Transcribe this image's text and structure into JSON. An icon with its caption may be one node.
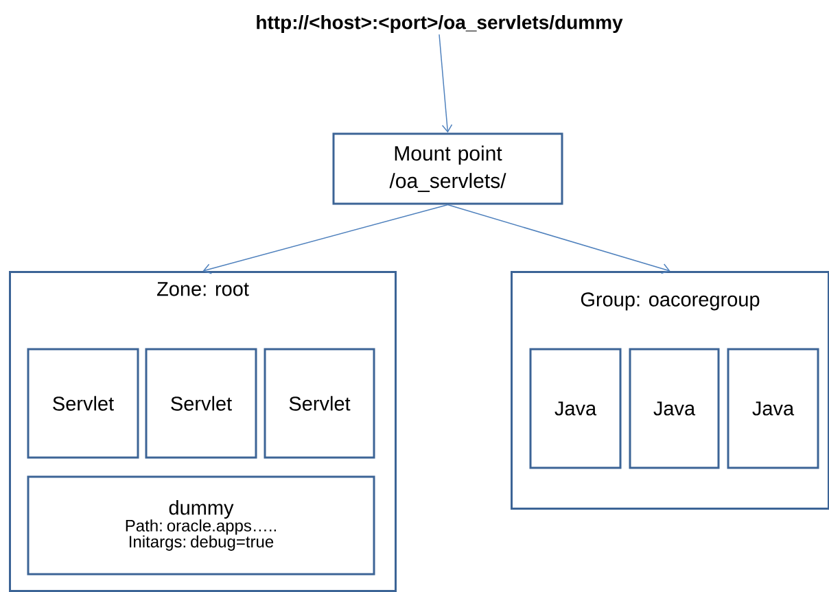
{
  "diagram": {
    "nodes": [
      {
        "text": [
          "http://<host>:<port>/oa_servlets/dummy"
        ]
      },
      {
        "text": [
          "Mount point /oa_servlets/"
        ]
      },
      {
        "text": [
          "Zone: root"
        ]
      },
      {
        "text": [
          "Servlet"
        ],
        "in": 2
      },
      {
        "text": [
          "Servlet"
        ],
        "in": 2
      },
      {
        "text": [
          "Servlet"
        ],
        "in": 2
      },
      {
        "text": [
          "dummy",
          "Path: oracle.apps…..",
          "Initargs: debug=true"
        ],
        "in": 2
      },
      {
        "text": [
          "Group: oacoregroup"
        ]
      },
      {
        "text": [
          "Java"
        ],
        "in": 7
      },
      {
        "text": [
          "Java"
        ],
        "in": 7
      },
      {
        "text": [
          "Java"
        ],
        "in": 7
      }
    ],
    "edges": [
      {
        "from": 0,
        "to": 1,
        "arrow": "to"
      },
      {
        "from": 1,
        "to": 2,
        "arrow": "to"
      },
      {
        "from": 1,
        "to": 7,
        "arrow": "to"
      }
    ]
  }
}
